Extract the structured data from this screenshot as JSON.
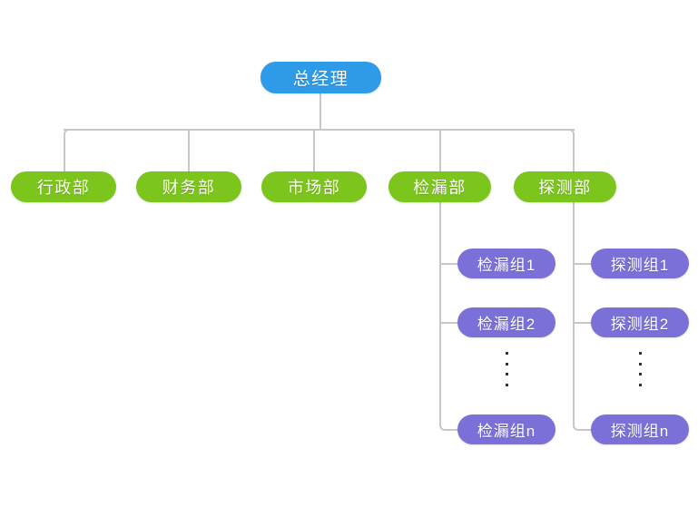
{
  "chart": {
    "type": "org-chart",
    "title": "",
    "background_color": "#ffffff",
    "connector_color": "#c7c7c7",
    "levels": [
      {
        "level": 1,
        "color": "#2e9be8",
        "nodes": [
          {
            "id": "root",
            "label": "总经理"
          }
        ]
      },
      {
        "level": 2,
        "color": "#7cc51c",
        "nodes": [
          {
            "id": "dept1",
            "label": "行政部"
          },
          {
            "id": "dept2",
            "label": "财务部"
          },
          {
            "id": "dept3",
            "label": "市场部"
          },
          {
            "id": "dept4",
            "label": "检漏部"
          },
          {
            "id": "dept5",
            "label": "探测部"
          }
        ]
      },
      {
        "level": 3,
        "color": "#7b70d8",
        "nodes": [
          {
            "id": "leak-team-1",
            "label": "检漏组1",
            "parent": "dept4"
          },
          {
            "id": "leak-team-2",
            "label": "检漏组2",
            "parent": "dept4"
          },
          {
            "id": "leak-team-n",
            "label": "检漏组n",
            "parent": "dept4"
          },
          {
            "id": "probe-team-1",
            "label": "探测组1",
            "parent": "dept5"
          },
          {
            "id": "probe-team-2",
            "label": "探测组2",
            "parent": "dept5"
          },
          {
            "id": "probe-team-n",
            "label": "探测组n",
            "parent": "dept5"
          }
        ]
      }
    ],
    "ellipsis_symbol": "⋮",
    "ellipsis_dot_count": 4
  },
  "root": {
    "label": "总经理"
  },
  "departments": {
    "administration": "行政部",
    "finance": "财务部",
    "marketing": "市场部",
    "leak_detection": "检漏部",
    "probe": "探测部"
  },
  "leak_teams": {
    "team1": "检漏组1",
    "team2": "检漏组2",
    "teamn": "检漏组n"
  },
  "probe_teams": {
    "team1": "探测组1",
    "team2": "探测组2",
    "teamn": "探测组n"
  },
  "colors": {
    "root": "#2e9be8",
    "department": "#7cc51c",
    "team": "#7b70d8",
    "connector": "#c7c7c7",
    "text": "#ffffff",
    "ellipsis_dot": "#333333"
  }
}
